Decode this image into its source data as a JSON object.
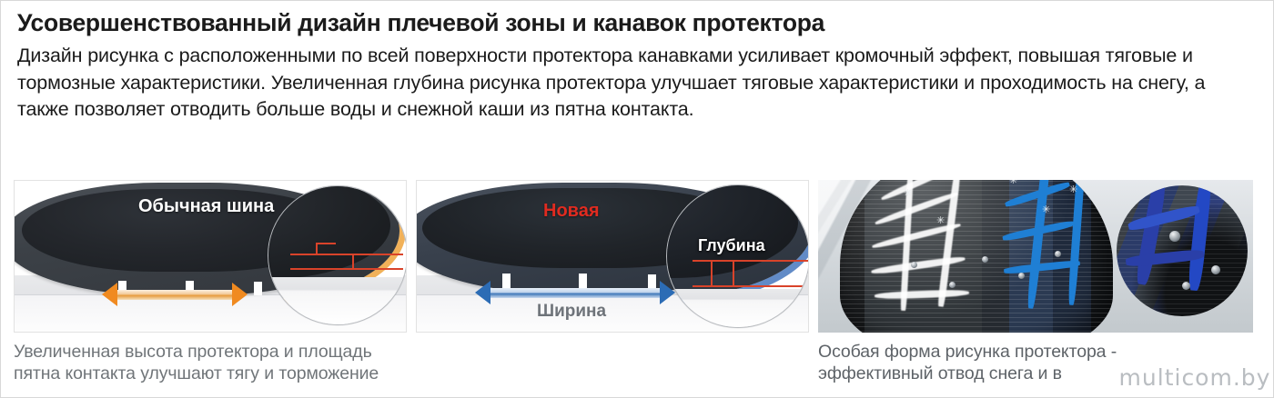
{
  "heading": "Усовершенствованный дизайн плечевой зоны и канавок протектора",
  "body": "Дизайн рисунка с расположенными по всей поверхности протектора канавками усиливает кромочный эффект, повышая тяговые и тормозные характеристики. Увеличенная глубина рисунка протектора улучшает тяговые характеристики и проходимость на снегу, а также позволяет отводить больше воды и снежной каши из пятна контакта.",
  "panels": [
    {
      "id": "ordinary-tire",
      "tire_label": "Обычная шина",
      "tire_label_color": "#ffffff",
      "dimension_caption": "",
      "arrow_color": "#f08a20",
      "halo_color": "#eea33c",
      "lens_label": "",
      "lens_line_color": "#d9432a"
    },
    {
      "id": "new-tire",
      "tire_label": "Новая",
      "tire_label_color": "#e02b20",
      "dimension_caption": "Ширина",
      "arrow_color": "#2c6cb5",
      "halo_color": "#3a6eb9",
      "lens_label": "Глубина",
      "lens_line_color": "#d9432a"
    }
  ],
  "caption_left": "Увеличенная высота протектора и площадь пятна контакта улучшают тягу и торможение",
  "caption_right_line1": "Особая форма рисунка протектора -",
  "caption_right_line2": "эффективный отвод снега и в",
  "watermark": "multicom.by",
  "accent_colors": {
    "orange": "#f08a20",
    "blue": "#2c6cb5",
    "red": "#e02b20",
    "red_line": "#d9432a",
    "caption_gray": "#707579",
    "text_dark": "#1b1b1b"
  }
}
